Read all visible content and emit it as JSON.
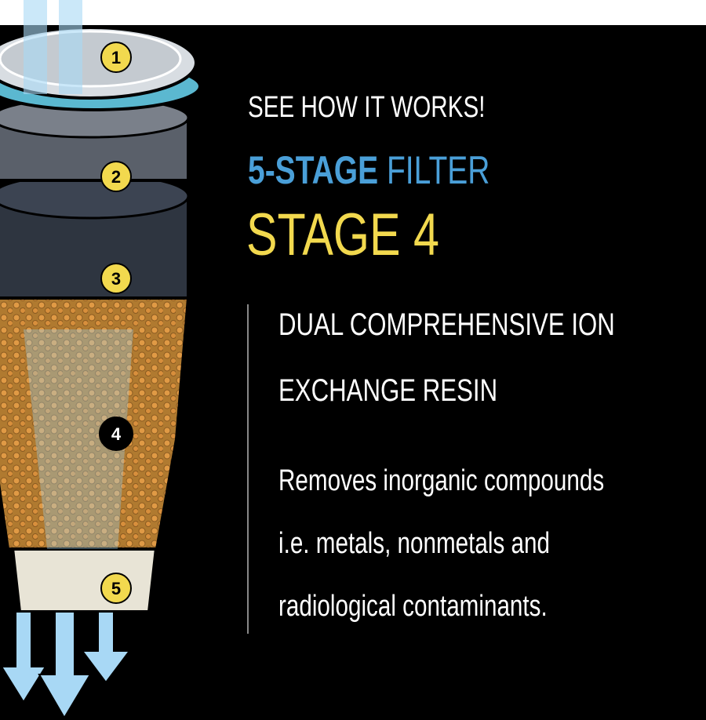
{
  "header": {
    "eyebrow": "SEE HOW IT WORKS!",
    "title_bold": "5-STAGE",
    "title_rest": "FILTER",
    "stage": "STAGE 4"
  },
  "stage_info": {
    "name_lines": [
      "DUAL COMPREHENSIVE ION",
      "EXCHANGE RESIN"
    ],
    "description_lines": [
      "Removes inorganic compounds",
      "i.e. metals, nonmetals and",
      "radiological contaminants."
    ]
  },
  "badges": [
    "1",
    "2",
    "3",
    "4",
    "5"
  ],
  "colors": {
    "accent_blue": "#4a9fd8",
    "accent_yellow": "#f2d94e",
    "resin": "#c98a3a",
    "background": "#000000"
  }
}
